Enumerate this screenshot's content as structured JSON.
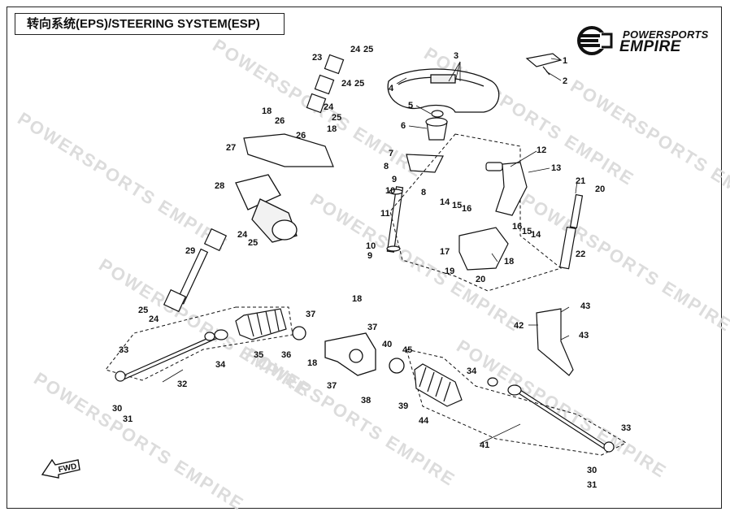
{
  "title": "转向系统(EPS)/STEERING SYSTEM(ESP)",
  "logo": {
    "top": "POWERSPORTS",
    "bottom": "EMPIRE",
    "icon": "empire-logo-icon"
  },
  "watermark": "POWERSPORTS EMPIRE",
  "fwd_label": "FWD",
  "part_labels": [
    "1",
    "2",
    "3",
    "4",
    "5",
    "6",
    "7",
    "8",
    "9",
    "10",
    "11",
    "12",
    "13",
    "14",
    "15",
    "16",
    "17",
    "18",
    "19",
    "20",
    "21",
    "22",
    "23",
    "24",
    "25",
    "26",
    "27",
    "28",
    "29",
    "30",
    "31",
    "32",
    "33",
    "34",
    "35",
    "36",
    "37",
    "38",
    "39",
    "40",
    "41",
    "42",
    "43",
    "44",
    "45"
  ]
}
